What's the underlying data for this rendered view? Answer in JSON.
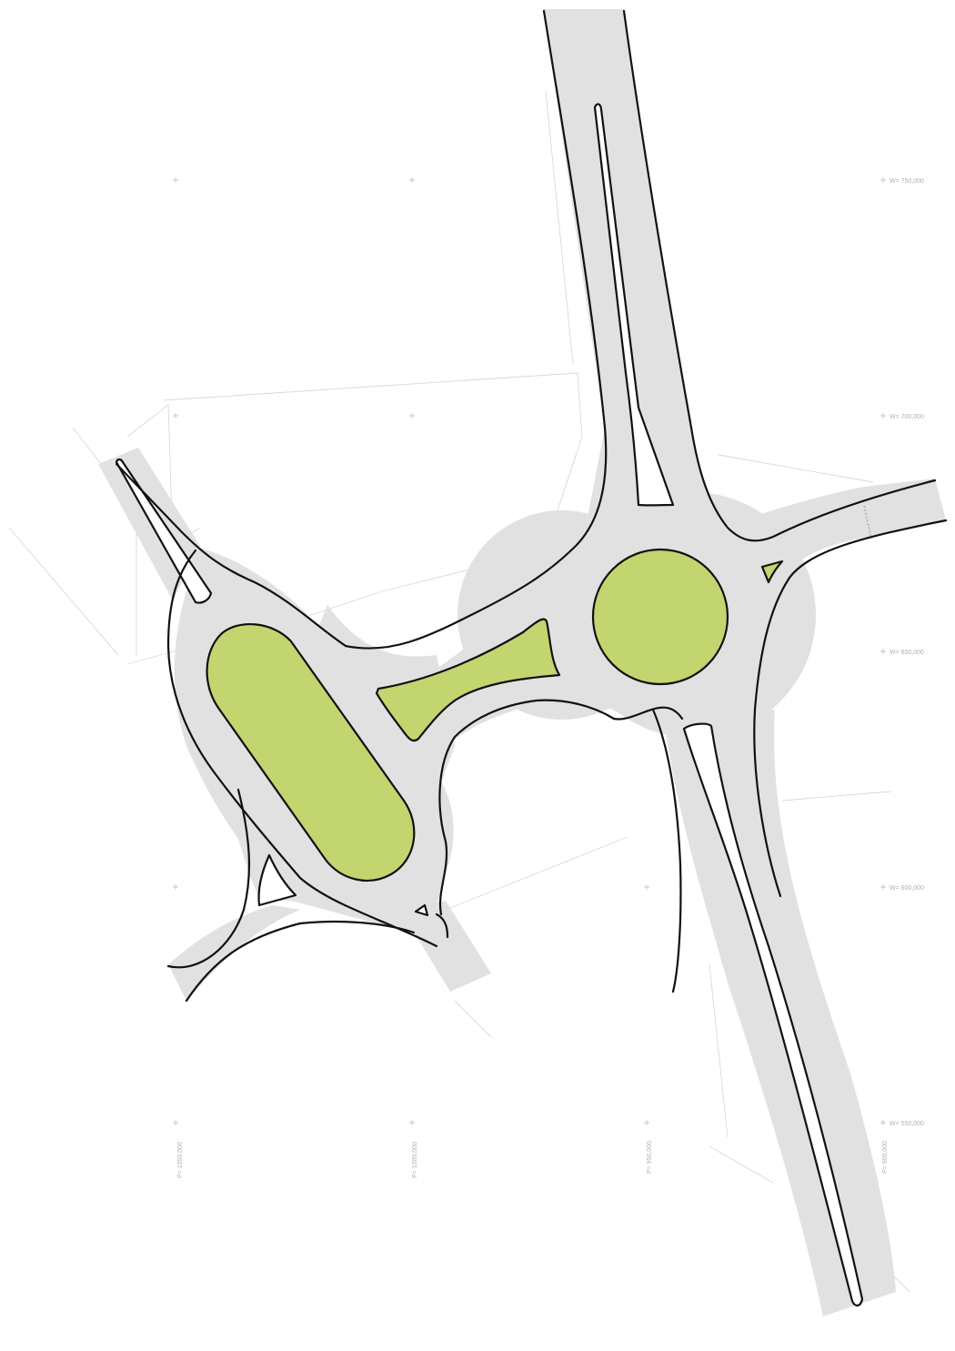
{
  "grid_labels": {
    "w_750": "W= 750,000",
    "w_700": "W= 700,000",
    "w_650": "W= 650,000",
    "w_600": "W= 600,000",
    "w_550": "W= 550,000",
    "p_1050": "P= 1050,000",
    "p_1000": "P= 1000,000",
    "p_950": "P= 950,000",
    "p_900": "P= 900,000"
  },
  "colors": {
    "road": "#e1e1e1",
    "island": "#c2d56f",
    "curb": "#111111",
    "grid": "#b0b0b0"
  }
}
